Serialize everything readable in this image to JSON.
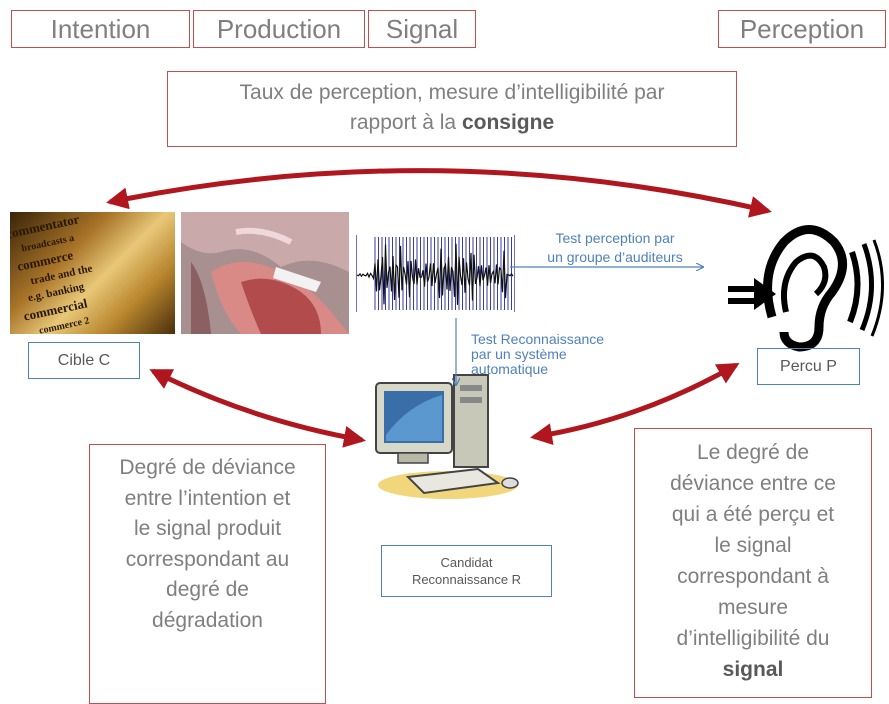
{
  "headers": {
    "intention": "Intention",
    "production": "Production",
    "signal": "Signal",
    "perception": "Perception"
  },
  "top_box": {
    "line1": "Taux de perception, mesure d’intelligibilité par",
    "line2_prefix": "rapport à la ",
    "line2_bold": "consigne"
  },
  "labels": {
    "test_perception": [
      "Test perception par",
      "un groupe d’auditeurs"
    ],
    "test_reconnaissance": [
      "Test Reconnaissance",
      "par un système",
      "automatique"
    ]
  },
  "nodes": {
    "cible": "Cible C",
    "percu": "Percu P",
    "candidat": [
      "Candidat",
      "Reconnaissance R"
    ]
  },
  "left_box": [
    "Degré de déviance",
    "entre l’intention et",
    "le signal produit",
    "correspondant au",
    "degré de",
    "dégradation"
  ],
  "right_box": {
    "lines": [
      "Le degré de",
      "déviance entre ce",
      "qui a été perçu et",
      "le signal",
      "correspondant à",
      "mesure",
      "d’intelligibilité du"
    ],
    "bold": "signal"
  },
  "colors": {
    "arrow_red": "#b0161d",
    "border_red": "#c0504d",
    "blue": "#4f81bd",
    "text_gray": "#7f7f7f"
  }
}
